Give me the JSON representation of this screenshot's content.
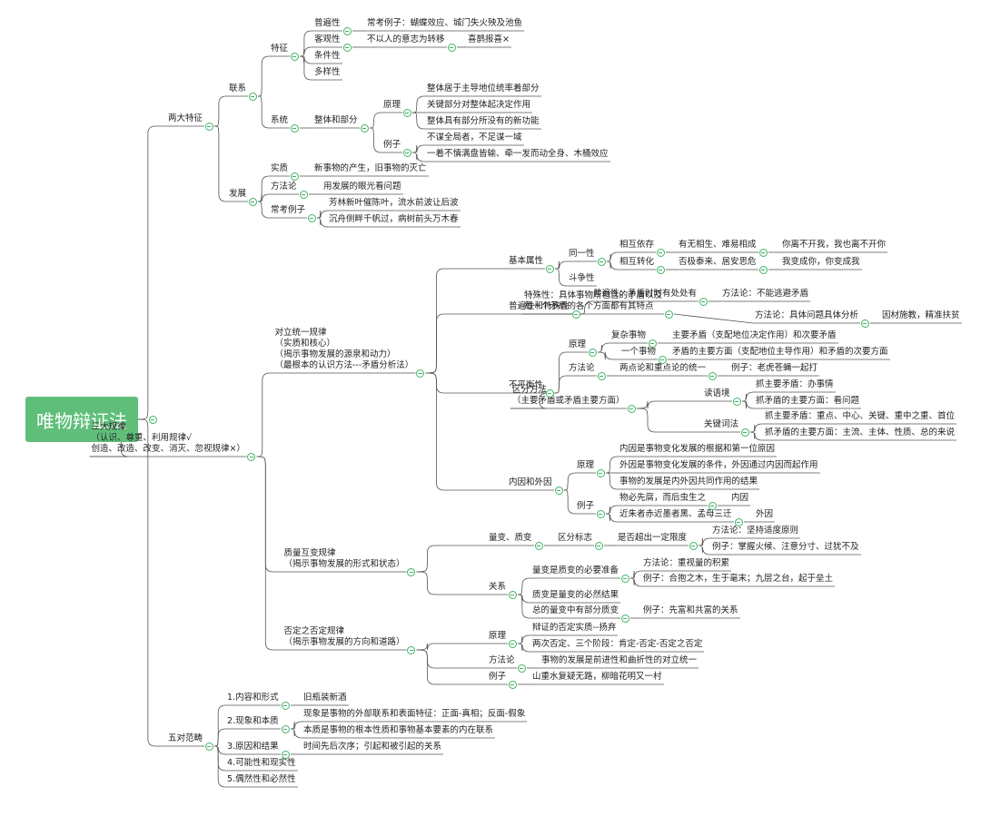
{
  "root": "唯物辩证法",
  "n": {
    "l1_1": "两大特征",
    "l1_2": [
      "三大规律",
      "（认识、尊重、利用规律√",
      "创造、改造、改变、消灭、忽视规律×）"
    ],
    "l1_3": "五对范畴",
    "lianxi": "联系",
    "fazhan": "发展",
    "tezheng": "特征",
    "pubian": "普遍性",
    "pubian_ex": "常考例子：蝴蝶效应、城门失火殃及池鱼",
    "keguan": "客观性",
    "keguan_1": "不以人的意志为转移",
    "keguan_2": "喜鹊报喜×",
    "tiaojian": "条件性",
    "duoyang": "多样性",
    "xitong": "系统",
    "zhengti": "整体和部分",
    "yuanli": "原理",
    "yl1": "整体居于主导地位统率着部分",
    "yl2": "关键部分对整体起决定作用",
    "yl3": "整体具有部分所没有的新功能",
    "lizi": "例子",
    "lz1": "不谋全局者，不足谋一域",
    "lz2": "一着不慎满盘皆输、牵一发而动全身、木桶效应",
    "shizhi": "实质",
    "shizhi_v": "新事物的产生，旧事物的灭亡",
    "ffl": "方法论",
    "ffl_v": "用发展的眼光看问题",
    "ckl": "常考例子",
    "ckl1": "芳林新叶催陈叶，流水前波让后波",
    "ckl2": "沉舟侧畔千帆过，病树前头万木春",
    "dltl": [
      "对立统一规律",
      "（实质和核心）",
      "（揭示事物发展的源泉和动力）",
      "（最根本的认识方法---矛盾分析法）"
    ],
    "zlhb": [
      "质量互变规律",
      "（揭示事物发展的形式和状态）"
    ],
    "fdzfd": [
      "否定之否定规律",
      "（揭示事物发展的方向和道路）"
    ],
    "jbsx": "基本属性",
    "tyx": "同一性",
    "xhyc": "相互依存",
    "xhyc_1": "有无相生、难易相成",
    "xhyc_2": "你离不开我，我也离不开你",
    "xhzh": "相互转化",
    "xhzh_1": "否极泰来、居安思危",
    "xhzh_2": "我变成你，你变成我",
    "dzx": "斗争性",
    "pbtsx": "普遍性和特殊性",
    "pbx_v": "普遍性：矛盾时时有处处有",
    "pbx_ffl": "方法论：不能逃避矛盾",
    "tsx_v": [
      "特殊性：具体事物所包含的矛盾以及",
      "每一个矛盾的各个方面都有其特点"
    ],
    "tsx_ffl": "方法论：具体问题具体分析",
    "tsx_ex": "因材施教，精准扶贫",
    "bphx": "不平衡性",
    "bp_yl": "原理",
    "fzsw": "复杂事物",
    "fzsw_v": "主要矛盾（支配地位决定作用）和次要矛盾",
    "ygsw": "一个事物",
    "ygsw_v": "矛盾的主要方面（支配地位主导作用）和矛盾的次要方面",
    "bp_ffl": "方法论",
    "bp_ffl_v": "两点论和重点论的统一",
    "bp_ffl_ex": "例子：老虎苍蝇一起打",
    "qffa": [
      "区分方法",
      "（主要矛盾或矛盾主要方面）"
    ],
    "dyj": "读语境",
    "dyj1": "抓主要矛盾：办事情",
    "dyj2": "抓矛盾的主要方面：看问题",
    "gjc": "关键词法",
    "gjc1": "抓主要矛盾：重点、中心、关键、重中之重、首位",
    "gjc2": "抓矛盾的主要方面：主流、主体、性质、总的来说",
    "nywy": "内因和外因",
    "ny_yl": "原理",
    "ny1": "内因是事物变化发展的根据和第一位原因",
    "ny2": "外因是事物变化发展的条件，外因通过内因而起作用",
    "ny3": "事物的发展是内外因共同作用的结果",
    "ny_lz": "例子",
    "ny_lz1": "物必先腐，而后虫生之",
    "ny_lz1t": "内因",
    "ny_lz2": "近朱者赤近墨者黑、孟母三迁",
    "ny_lz2t": "外因",
    "lbzb": "量变、质变",
    "qfbz": "区分标志",
    "qfbz_v": "是否超出一定限度",
    "qfbz_ffl": "方法论：坚持适度原则",
    "qfbz_ex": "例子：掌握火候、注意分寸、过犹不及",
    "guanxi": "关系",
    "gx1": "量变是质变的必要准备",
    "gx1_ffl": "方法论：重视量的积累",
    "gx1_ex": "例子：合抱之木，生于毫末；九层之台，起于垒土",
    "gx2": "质变是量变的必然结果",
    "gx3": "总的量变中有部分质变",
    "gx3_ex": "例子：先富和共富的关系",
    "fd_yl": "原理",
    "fd_yl1": "辩证的否定实质--扬弃",
    "fd_yl2": "两次否定、三个阶段：肯定-否定-否定之否定",
    "fd_ffl": "方法论",
    "fd_ffl_v": "事物的发展是前进性和曲折性的对立统一",
    "fd_lz": "例子",
    "fd_lz_v": "山重水复疑无路，柳暗花明又一村",
    "fc1": "1.内容和形式",
    "fc1_v": "旧瓶装新酒",
    "fc2": "2.现象和本质",
    "fc2_1": "现象是事物的外部联系和表面特征：正面-真相；反面-假象",
    "fc2_2": "本质是事物的根本性质和事物基本要素的内在联系",
    "fc3": "3.原因和结果",
    "fc3_v": "时间先后次序；引起和被引起的关系",
    "fc4": "4.可能性和现实性",
    "fc5": "5.偶然性和必然性"
  }
}
